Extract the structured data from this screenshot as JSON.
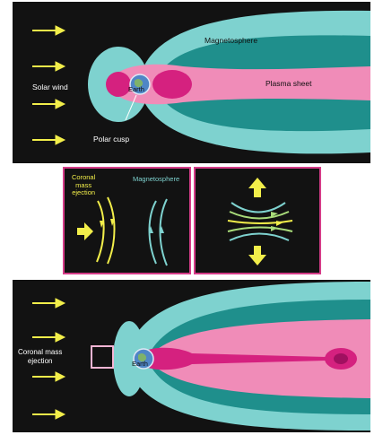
{
  "top_panel": {
    "magnetosphere_label": "Magnetosphere",
    "solar_wind_label": "Solar wind",
    "earth_label": "Earth",
    "plasma_sheet_label": "Plasma sheet",
    "polar_cusp_label": "Polar cusp"
  },
  "middle_left_panel": {
    "cme_label_line1": "Coronal",
    "cme_label_line2": "mass",
    "cme_label_line3": "ejection",
    "magnetosphere_label": "Magnetosphere"
  },
  "bottom_panel": {
    "cme_label_line1": "Coronal mass",
    "cme_label_line2": "ejection",
    "earth_label": "Earth"
  },
  "colors": {
    "background": "#121212",
    "outer_magnetosphere": "#7ed2cf",
    "inner_magnetosphere": "#1f8f8c",
    "plasma_sheet": "#f08cb8",
    "plasma_core": "#d5217f",
    "cme_yellow": "#f2ee4a",
    "field_cyan": "#7ed2cf",
    "panel_border": "#d53c88",
    "earth": "#4f86c6"
  },
  "icons": [
    "arrow-right-icon",
    "arrow-up-icon",
    "arrow-down-icon",
    "earth-icon"
  ]
}
